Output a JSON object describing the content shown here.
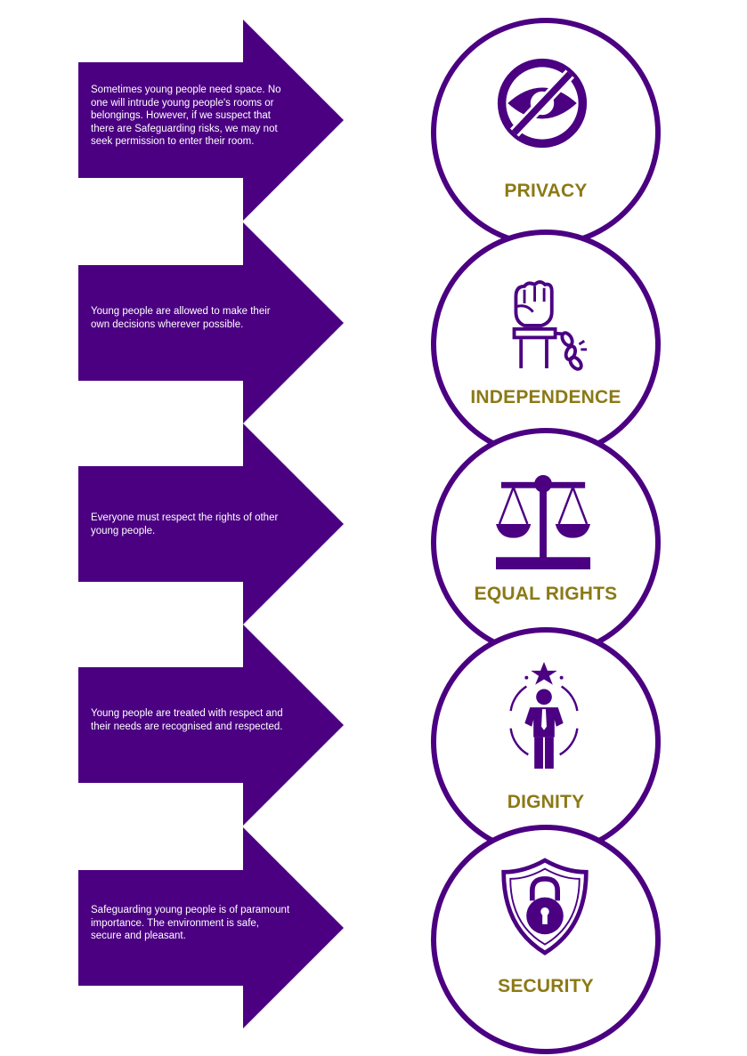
{
  "colors": {
    "purple": "#4b0082",
    "gold": "#8c7916",
    "background": "#ffffff"
  },
  "values": [
    {
      "title": "PRIVACY",
      "icon": "eye-slash-icon",
      "text": "Sometimes young people need space. No one will intrude young people's rooms or belongings. However, if we suspect that there are Safeguarding risks, we may not seek permission to enter their room."
    },
    {
      "title": "INDEPENDENCE",
      "icon": "raised-fist-broken-chain-icon",
      "text": "Young people are allowed to make their own decisions wherever possible."
    },
    {
      "title": "EQUAL RIGHTS",
      "icon": "balance-scale-icon",
      "text": "Everyone must respect the rights of other young people."
    },
    {
      "title": "DIGNITY",
      "icon": "person-star-icon",
      "text": "Young people are treated with respect and their needs are recognised and respected."
    },
    {
      "title": "SECURITY",
      "icon": "shield-padlock-icon",
      "text": "Safeguarding young people is of paramount importance. The environment is safe, secure and pleasant."
    }
  ]
}
